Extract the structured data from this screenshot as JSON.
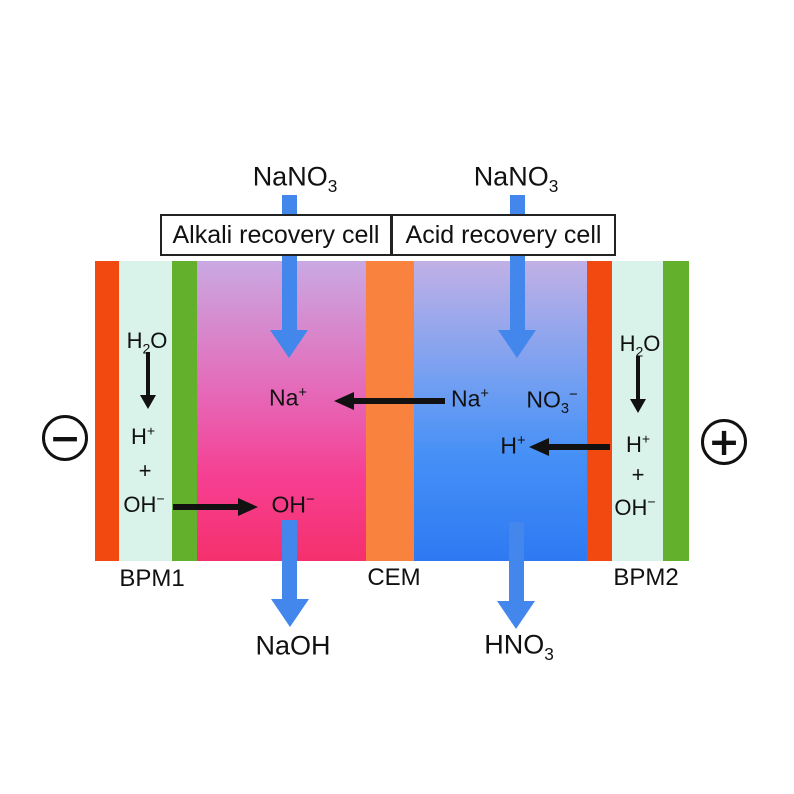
{
  "header": {
    "alkali": "Alkali recovery cell",
    "acid": "Acid recovery cell"
  },
  "feed": {
    "label": {
      "p1": "NaNO",
      "sub": "3"
    }
  },
  "outputs": {
    "alkali": "NaOH",
    "acid": {
      "p1": "HNO",
      "sub": "3"
    }
  },
  "membranes": {
    "bpm1": "BPM1",
    "cem": "CEM",
    "bpm2": "BPM2"
  },
  "electrodes": {
    "cathode_sign": "−",
    "anode_sign": "+"
  },
  "species": {
    "h2o": {
      "p1": "H",
      "sub": "2",
      "p2": "O"
    },
    "h_plus": {
      "p1": "H",
      "sup": "+"
    },
    "plus_sign": "+",
    "oh_minus": {
      "p1": "OH",
      "sup": "−"
    },
    "na_plus": {
      "p1": "Na",
      "sup": "+"
    },
    "no3_minus": {
      "p1": "NO",
      "sub": "3",
      "sup": "−"
    }
  },
  "icons": {
    "feed_arrow": "blue-down-arrow",
    "output_arrow": "blue-down-arrow",
    "transfer_arrow": "black-horizontal-arrow",
    "dissociation_arrow": "black-down-arrow"
  },
  "colors": {
    "orange_deep": "#f1490f",
    "orange_cem": "#f9823f",
    "green_layer": "#62b02b",
    "cyan_layer": "#d9f2ea",
    "arrow_blue": "#4487ec",
    "ink": "#111111",
    "alkali_top": "#c9a9e2",
    "alkali_mid": "#e667b7",
    "alkali_mid2": "#f63f92",
    "alkali_bottom": "#f5306d",
    "acid_top": "#c1b0e6",
    "acid_mid": "#6f9ef2",
    "acid_mid2": "#4590f6",
    "acid_bottom": "#2e79f2"
  }
}
